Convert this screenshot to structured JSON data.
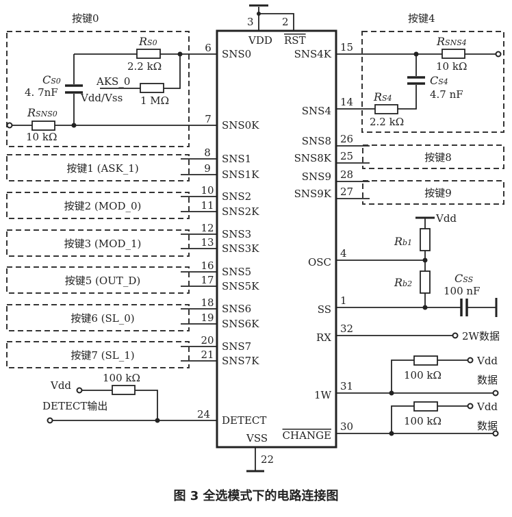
{
  "figure": {
    "caption": "图 3  全选模式下的电路连接图"
  },
  "chip": {
    "top_pins": [
      {
        "num": "3",
        "name": "VDD"
      },
      {
        "num": "2",
        "name": "RST",
        "overline": true
      }
    ],
    "left_pins": [
      {
        "num": "6",
        "name": "SNS0"
      },
      {
        "num": "7",
        "name": "SNS0K"
      },
      {
        "num": "8",
        "name": "SNS1"
      },
      {
        "num": "9",
        "name": "SNS1K"
      },
      {
        "num": "10",
        "name": "SNS2"
      },
      {
        "num": "11",
        "name": "SNS2K"
      },
      {
        "num": "12",
        "name": "SNS3"
      },
      {
        "num": "13",
        "name": "SNS3K"
      },
      {
        "num": "16",
        "name": "SNS5"
      },
      {
        "num": "17",
        "name": "SNS5K"
      },
      {
        "num": "18",
        "name": "SNS6"
      },
      {
        "num": "19",
        "name": "SNS6K"
      },
      {
        "num": "20",
        "name": "SNS7"
      },
      {
        "num": "21",
        "name": "SNS7K"
      },
      {
        "num": "24",
        "name": "DETECT"
      }
    ],
    "right_pins": [
      {
        "num": "15",
        "name": "SNS4K"
      },
      {
        "num": "14",
        "name": "SNS4"
      },
      {
        "num": "26",
        "name": "SNS8"
      },
      {
        "num": "25",
        "name": "SNS8K"
      },
      {
        "num": "28",
        "name": "SNS9"
      },
      {
        "num": "27",
        "name": "SNS9K"
      },
      {
        "num": "4",
        "name": "OSC"
      },
      {
        "num": "1",
        "name": "SS"
      },
      {
        "num": "32",
        "name": "RX"
      },
      {
        "num": "31",
        "name": "1W"
      },
      {
        "num": "30",
        "name": "CHANGE",
        "overline": true
      }
    ],
    "bottom_pins": [
      {
        "num": "22",
        "name": "VSS"
      }
    ]
  },
  "key0": {
    "title": "按键0",
    "rs": {
      "sym": "R",
      "sub": "S0",
      "value": "2.2 kΩ"
    },
    "cs": {
      "sym": "C",
      "sub": "S0",
      "value": "4. 7nF"
    },
    "aks": {
      "label": "AKS_0",
      "label2": "Vdd/Vss",
      "value": "1 MΩ"
    },
    "rsns": {
      "sym": "R",
      "sub": "SNS0",
      "value": "10 kΩ"
    }
  },
  "key4": {
    "title": "按键4",
    "rsns": {
      "sym": "R",
      "sub": "SNS4",
      "value": "10 kΩ"
    },
    "cs": {
      "sym": "C",
      "sub": "S4",
      "value": "4.7 nF"
    },
    "rs": {
      "sym": "R",
      "sub": "S4",
      "value": "2.2 kΩ"
    }
  },
  "left_keys": [
    {
      "label": "按键1 (ASK_1)"
    },
    {
      "label": "按键2 (MOD_0)"
    },
    {
      "label": "按键3 (MOD_1)"
    },
    {
      "label": "按键5 (OUT_D)"
    },
    {
      "label": "按键6 (SL_0)"
    },
    {
      "label": "按键7 (SL_1)"
    }
  ],
  "right_keys": [
    {
      "label": "按键8"
    },
    {
      "label": "按键9"
    }
  ],
  "osc": {
    "vdd": "Vdd",
    "rb1": {
      "sym": "R",
      "sub": "b1"
    },
    "rb2": {
      "sym": "R",
      "sub": "b2"
    },
    "css": {
      "sym": "C",
      "sub": "SS",
      "value": "100 nF"
    }
  },
  "rx": {
    "label": "2W数据"
  },
  "onewire": {
    "vdd": "Vdd",
    "res": "100 kΩ",
    "data": "数据"
  },
  "change": {
    "vdd": "Vdd",
    "res": "100 kΩ",
    "data": "数据"
  },
  "detect": {
    "vdd": "Vdd",
    "res": "100 kΩ",
    "out": "DETECT输出"
  }
}
